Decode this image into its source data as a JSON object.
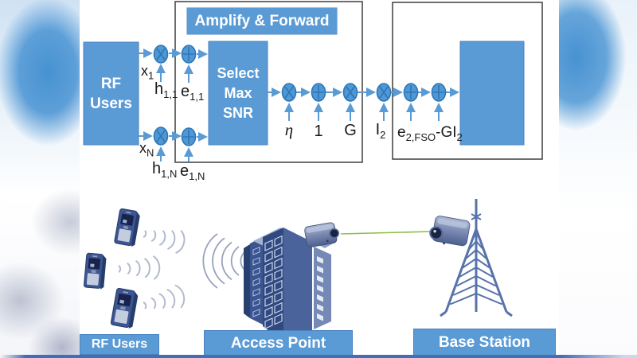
{
  "colors": {
    "accent_blue": "#5b9bd5",
    "node_fill": "#4f98d6",
    "node_stroke": "#2e75b6",
    "frame_outline": "#3f3f3f",
    "label_text": "#1a1a1a",
    "box_text": "#ffffff",
    "laser_green": "#8cbf44",
    "building_navy": "#31497f",
    "tower_blue": "#5773ab"
  },
  "block_diagram": {
    "title": "Amplify & Forward",
    "rf_users_box": {
      "lines": [
        "RF",
        "Users"
      ]
    },
    "select_box": {
      "lines": [
        "Select",
        "Max",
        "SNR"
      ]
    },
    "signals": {
      "x1": {
        "base": "x",
        "sub": "1"
      },
      "h11": {
        "base": "h",
        "sub": "1,1"
      },
      "e11": {
        "base": "e",
        "sub": "1,1"
      },
      "xN": {
        "base": "x",
        "sub": "N"
      },
      "h1N": {
        "base": "h",
        "sub": "1,N"
      },
      "e1N": {
        "base": "e",
        "sub": "1,N"
      },
      "eta": "η",
      "one": "1",
      "gain": "G",
      "I2": {
        "base": "I",
        "sub": "2"
      },
      "e2fso": {
        "base": "e",
        "sub": "2,FSO"
      },
      "minusGI2": {
        "base": "-GI",
        "sub": "2"
      }
    }
  },
  "illustration": {
    "captions": {
      "rf_users": "RF Users",
      "access_point": "Access Point",
      "base_station": "Base Station"
    }
  }
}
